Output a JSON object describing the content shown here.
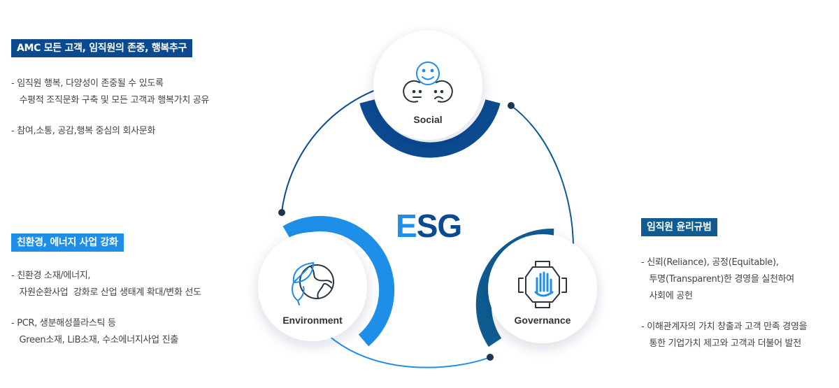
{
  "title": {
    "first": "E",
    "rest": "SG"
  },
  "nodes": {
    "social": {
      "label": "Social",
      "icon": "smiling-faces-icon"
    },
    "environment": {
      "label": "Environment",
      "icon": "leaf-globe-icon"
    },
    "governance": {
      "label": "Governance",
      "icon": "joined-hands-icon"
    }
  },
  "social_block": {
    "tag": "AMC 모든 고객, 임직원의 존중, 행복추구",
    "bullets": [
      "- 임직원 행복, 다양성이 존중될 수 있도록\n   수평적 조직문화 구축 및 모든 고객과 행복가치 공유",
      "- 참여,소통, 공감,행복 중심의 회사문화"
    ]
  },
  "environment_block": {
    "tag": "친환경, 에너지 사업 강화",
    "bullets": [
      "- 친환경 소재/에너지,\n   자원순환사업  강화로 산업 생태계 확대/변화 선도",
      "- PCR, 생분해성플라스틱 등\n   Green소재, LiB소재, 수소에너지사업 진출"
    ]
  },
  "governance_block": {
    "tag": "임직원 윤리규범",
    "bullets": [
      "- 신뢰(Reliance), 공정(Equitable),\n   투명(Transparent)한 경영을 실천하여\n   사회에 공헌",
      "- 이해관계자의 가치 창출과 고객 만족 경영을\n   통한 기업가치 제고와 고객과 더불어 발전"
    ]
  },
  "colors": {
    "navy": "#0b4a8f",
    "sky": "#1e8fe8",
    "steel": "#0e5c91",
    "dot": "#1f3553"
  }
}
